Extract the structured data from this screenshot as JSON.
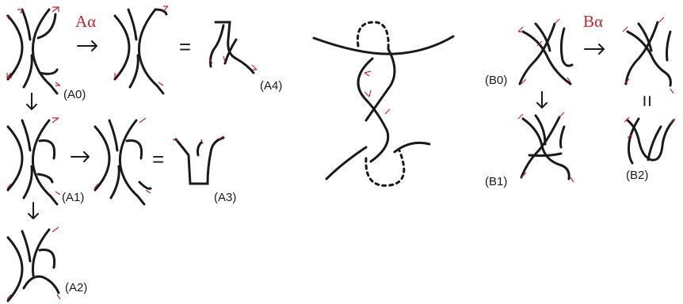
{
  "labels": {
    "A0": "(A0)",
    "A1": "(A1)",
    "A2": "(A2)",
    "A3": "(A3)",
    "A4": "(A4)",
    "B0": "(B0)",
    "B1": "(B1)",
    "B2": "(B2)"
  },
  "moves": {
    "A": "Aα",
    "B": "Bα"
  },
  "symbols": {
    "equals": "=",
    "equals_vertical": "="
  },
  "colors": {
    "strand": "#1a1a1a",
    "orientation_arrow": "#c0272d",
    "move_label": "#c0272d"
  }
}
